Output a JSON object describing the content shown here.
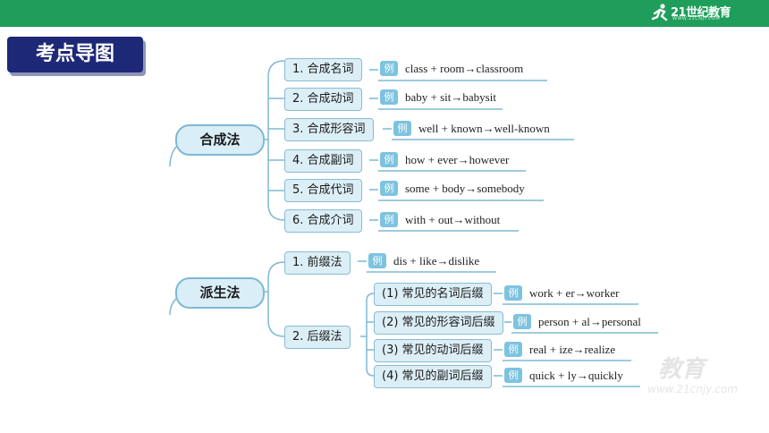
{
  "header": {
    "logo_text": "21世纪教育",
    "logo_sub": "WWW.21CNJY.COM",
    "bar_color": "#1e9e5a"
  },
  "title": "考点导图",
  "compound": {
    "label": "合成法",
    "items": [
      {
        "label": "1. 合成名词",
        "badge": "例",
        "example": "class + room→classroom"
      },
      {
        "label": "2. 合成动词",
        "badge": "例",
        "example": "baby + sit→babysit"
      },
      {
        "label": "3. 合成形容词",
        "badge": "例",
        "example": "well + known→well-known"
      },
      {
        "label": "4. 合成副词",
        "badge": "例",
        "example": "how + ever→however"
      },
      {
        "label": "5. 合成代词",
        "badge": "例",
        "example": "some + body→somebody"
      },
      {
        "label": "6. 合成介词",
        "badge": "例",
        "example": "with + out→without"
      }
    ]
  },
  "derivation": {
    "label": "派生法",
    "prefix": {
      "label": "1. 前缀法",
      "badge": "例",
      "example": "dis + like→dislike"
    },
    "suffix": {
      "label": "2. 后缀法",
      "items": [
        {
          "label": "(1) 常见的名词后缀",
          "badge": "例",
          "example": "work + er→worker"
        },
        {
          "label": "(2) 常见的形容词后缀",
          "badge": "例",
          "example": "person + al→personal"
        },
        {
          "label": "(3) 常见的动词后缀",
          "badge": "例",
          "example": "real + ize→realize"
        },
        {
          "label": "(4) 常见的副词后缀",
          "badge": "例",
          "example": "quick + ly→quickly"
        }
      ]
    }
  },
  "watermark": {
    "main": "教育",
    "sub": "www.21cnjy.com"
  }
}
